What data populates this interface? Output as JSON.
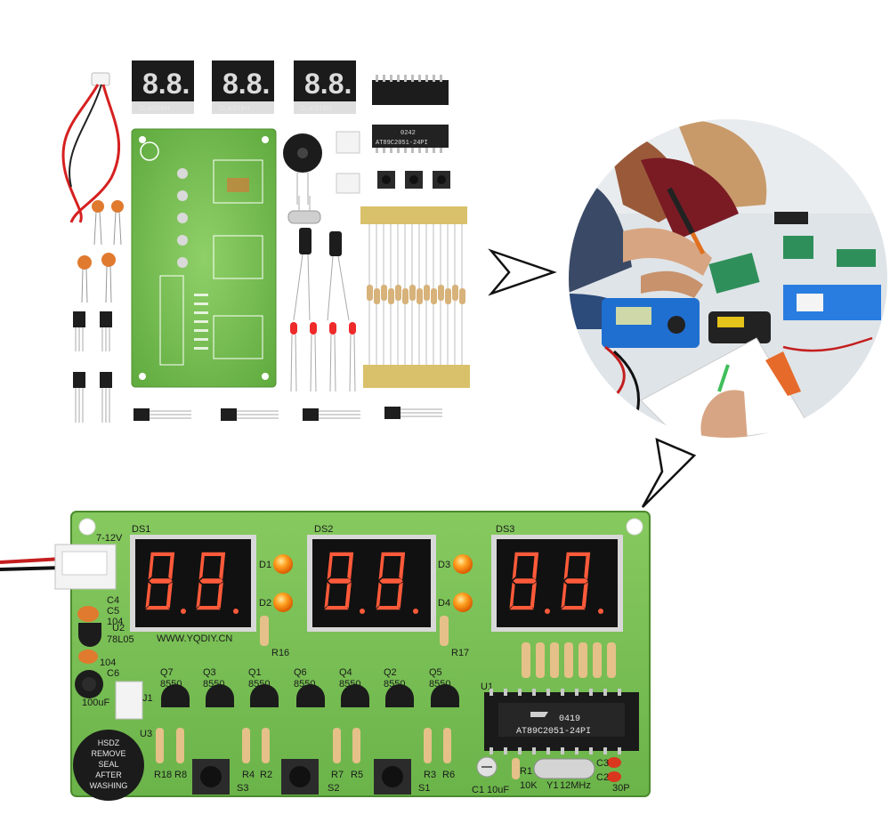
{
  "kit_parts": {
    "display_labels": [
      "CL4021BH",
      "CL4021BH",
      "CL4021BH"
    ],
    "chip_text": [
      "0242",
      "AT89C2051-24PI"
    ]
  },
  "assembled_board": {
    "displays": [
      "DS1",
      "DS2",
      "DS3"
    ],
    "power_label": "7-12V",
    "website": "WWW.YQDIY.CN",
    "leds": [
      "D1",
      "D2",
      "D3",
      "D4"
    ],
    "transistors": [
      {
        "ref": "Q7",
        "part": "8550"
      },
      {
        "ref": "Q3",
        "part": "8550"
      },
      {
        "ref": "Q1",
        "part": "8550"
      },
      {
        "ref": "Q6",
        "part": "8550"
      },
      {
        "ref": "Q4",
        "part": "8550"
      },
      {
        "ref": "Q2",
        "part": "8550"
      },
      {
        "ref": "Q5",
        "part": "8550"
      }
    ],
    "resistors_misc": [
      "R16",
      "R17",
      "R18",
      "R8",
      "R4",
      "R2",
      "R7",
      "R5",
      "R3",
      "R6"
    ],
    "buttons": [
      "S3",
      "S2",
      "S1"
    ],
    "regulator": [
      "C4",
      "C5",
      "104",
      "U2",
      "78L05",
      "104"
    ],
    "cap_c6": [
      "C6",
      "100uF"
    ],
    "connector_j1": "J1",
    "buzzer_ref": "U3",
    "buzzer_text": [
      "HSDZ",
      "REMOVE",
      "SEAL",
      "AFTER",
      "WASHING"
    ],
    "mcu": {
      "ref": "U1",
      "date": "0419",
      "part": "AT89C2051-24PI"
    },
    "crystal": [
      "Y1",
      "12MHz"
    ],
    "misc_parts": [
      "C1",
      "10uF",
      "R1",
      "10K",
      "C3",
      "C2",
      "30P"
    ]
  },
  "colors": {
    "pcb_green": "#7cc255",
    "segment_red": "#ff5a3a",
    "display_body": "#111111"
  }
}
